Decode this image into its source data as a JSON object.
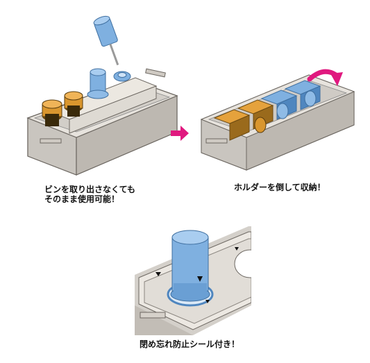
{
  "captions": {
    "remove_pins_line1": "ビンを取り出さなくても",
    "remove_pins_line2": "そのまま使用可能！",
    "tilt_holder": "ホルダーを倒して収納！",
    "seal": "閉め忘れ防止シール付き！"
  },
  "colors": {
    "case_body": "#cfcbc5",
    "case_dark": "#8f8a84",
    "bottle_blue": "#7fb0e0",
    "bottle_blue_dark": "#4f86bf",
    "bottle_orange": "#e5a23c",
    "arrow_magenta": "#e0197f"
  },
  "icons": [
    "right-arrow-icon",
    "curved-arrow-icon",
    "triangle-marker-icon"
  ]
}
